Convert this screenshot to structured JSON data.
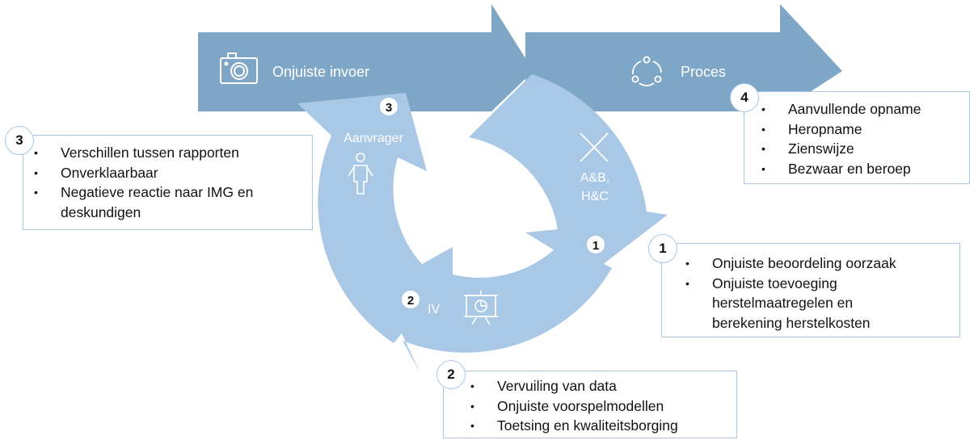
{
  "arrows": {
    "input_label": "Onjuiste invoer",
    "process_label": "Proces"
  },
  "cycle": {
    "aanvrager_label": "Aanvrager",
    "ab_line1": "A&B,",
    "ab_line2": "H&C",
    "iv_label": "IV",
    "marker_3": "3",
    "marker_1": "1",
    "marker_2": "2"
  },
  "boxes": {
    "box1": {
      "number": "1",
      "items": [
        "Onjuiste beoordeling oorzaak",
        "Onjuiste toevoeging herstelmaatregelen en berekening herstelkosten"
      ]
    },
    "box2": {
      "number": "2",
      "items": [
        "Vervuiling van data",
        "Onjuiste voorspelmodellen",
        "Toetsing en kwaliteitsborging"
      ]
    },
    "box3": {
      "number": "3",
      "items": [
        "Verschillen tussen rapporten",
        "Onverklaarbaar",
        "Negatieve reactie naar IMG en deskundigen"
      ]
    },
    "box4": {
      "number": "4",
      "items": [
        "Aanvullende opname",
        "Heropname",
        "Zienswijze",
        "Bezwaar en beroep"
      ]
    }
  },
  "colors": {
    "dark_arrow": "#7ea6c6",
    "light_cycle": "#a9c8e6",
    "border": "#a9c7e4"
  },
  "icons": [
    "camera-icon",
    "cycle-icon",
    "cross-icon",
    "person-icon",
    "presentation-icon"
  ]
}
